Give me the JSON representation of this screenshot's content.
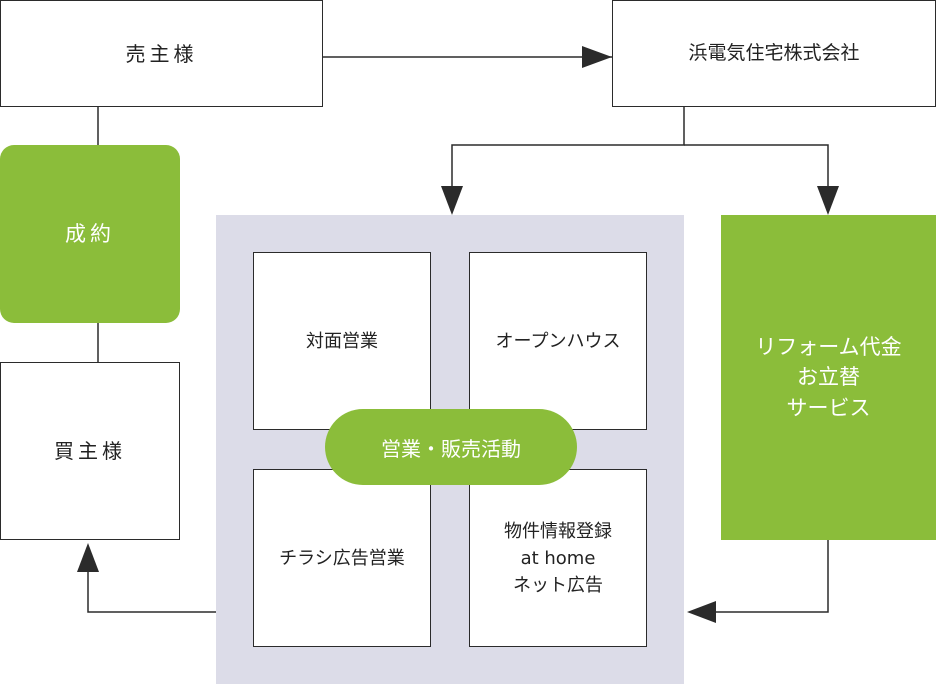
{
  "nodes": {
    "seller": "売主様",
    "company": "浜電気住宅株式会社",
    "contract": "成約",
    "buyer": "買主様",
    "face_sales": "対面営業",
    "open_house": "オープンハウス",
    "flyer": "チラシ広告営業",
    "property_registration": [
      "物件情報登録",
      "at home",
      "ネット広告"
    ],
    "sales_activity": "営業・販売活動",
    "reform_service": [
      "リフォーム代金",
      "お立替",
      "サービス"
    ]
  },
  "colors": {
    "accent_green": "#8bbd3a",
    "panel_gray": "#dcdce8",
    "line": "#2b2b2b"
  }
}
